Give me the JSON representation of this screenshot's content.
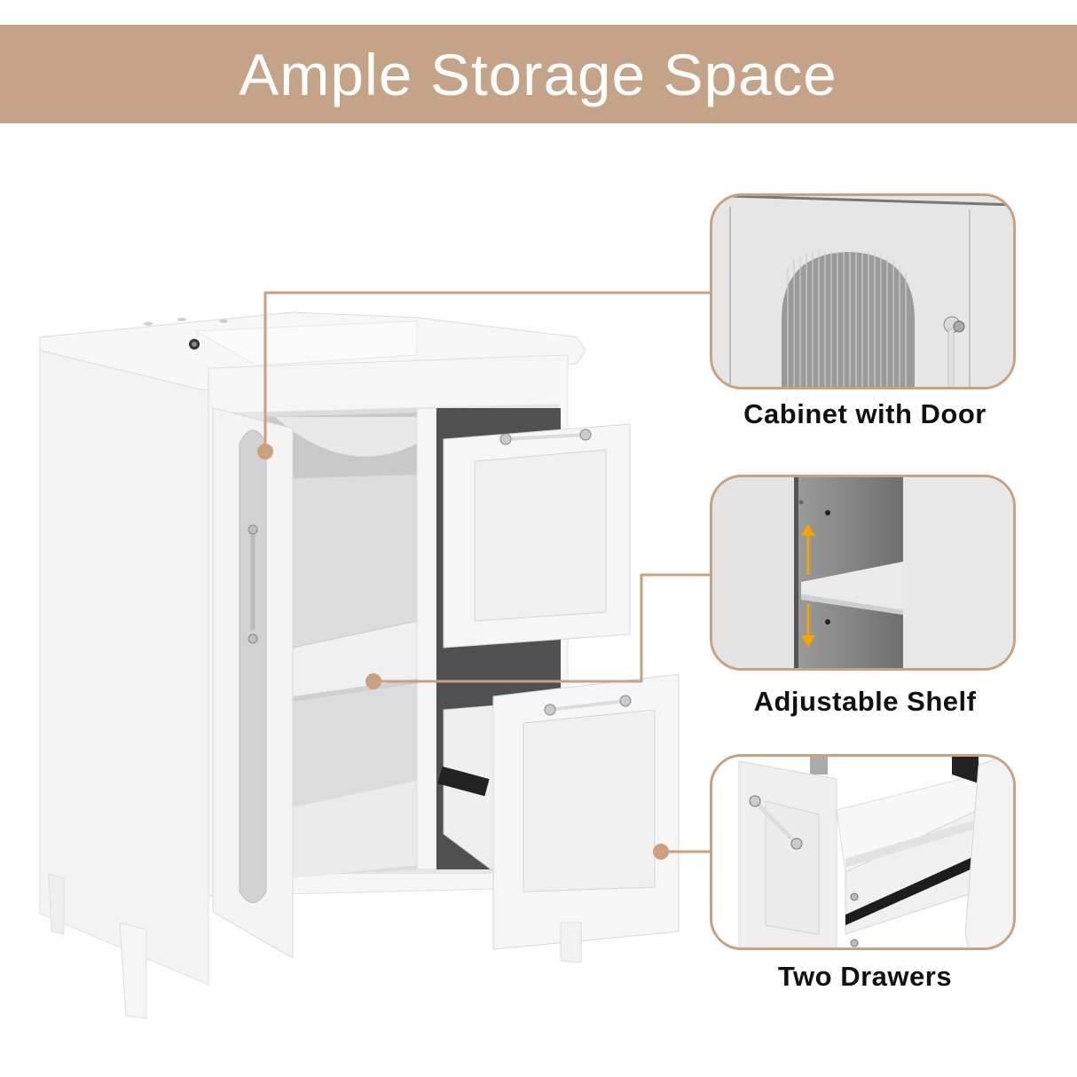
{
  "banner": {
    "title": "Ample Storage Space",
    "color": "#c4a387"
  },
  "product": {
    "name": "white bathroom vanity with ceramic sink, glass arched door and two drawers"
  },
  "callouts": [
    {
      "label": "Cabinet with Door",
      "image": "arched fluted-glass door detail"
    },
    {
      "label": "Adjustable Shelf",
      "image": "shelf with up/down arrows"
    },
    {
      "label": "Two Drawers",
      "image": "open drawer with slide rail"
    }
  ],
  "colors": {
    "accent": "#c9a17e",
    "arrow": "#f0a500",
    "cabinet": "#f4f4f4"
  }
}
